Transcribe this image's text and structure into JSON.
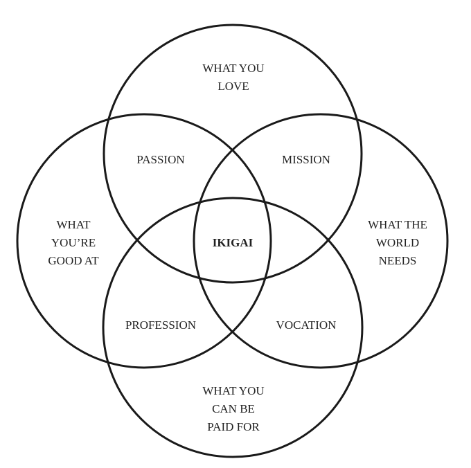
{
  "circles": {
    "love": [
      "WHAT YOU",
      "LOVE"
    ],
    "good_at": [
      "WHAT",
      "YOU’RE",
      "GOOD AT"
    ],
    "world_needs": [
      "WHAT THE",
      "WORLD",
      "NEEDS"
    ],
    "paid_for": [
      "WHAT YOU",
      "CAN BE",
      "PAID FOR"
    ]
  },
  "intersections": {
    "passion": "PASSION",
    "mission": "MISSION",
    "profession": "PROFESSION",
    "vocation": "VOCATION",
    "center": "IKIGAI"
  }
}
